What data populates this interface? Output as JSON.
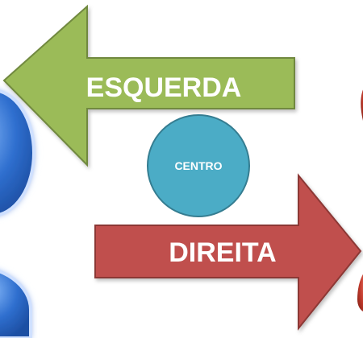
{
  "diagram": {
    "left_arrow": {
      "label": "ESQUERDA",
      "fill_color": "#9BBB59",
      "stroke_color": "#71893F",
      "text_color": "#FFFFFF"
    },
    "center_circle": {
      "label": "CENTRO",
      "fill_color": "#4BACC6",
      "stroke_color": "#357D91",
      "text_color": "#FFFFFF"
    },
    "right_arrow": {
      "label": "DIREITA",
      "fill_color": "#C0504D",
      "stroke_color": "#8C3836",
      "text_color": "#FFFFFF"
    },
    "left_figure": {
      "icon": "person-icon",
      "fill_color": "#2F6FCF",
      "glow_color": "#BFD7FF"
    },
    "right_figure": {
      "icon": "person-icon",
      "fill_color": "#C0392B"
    }
  }
}
